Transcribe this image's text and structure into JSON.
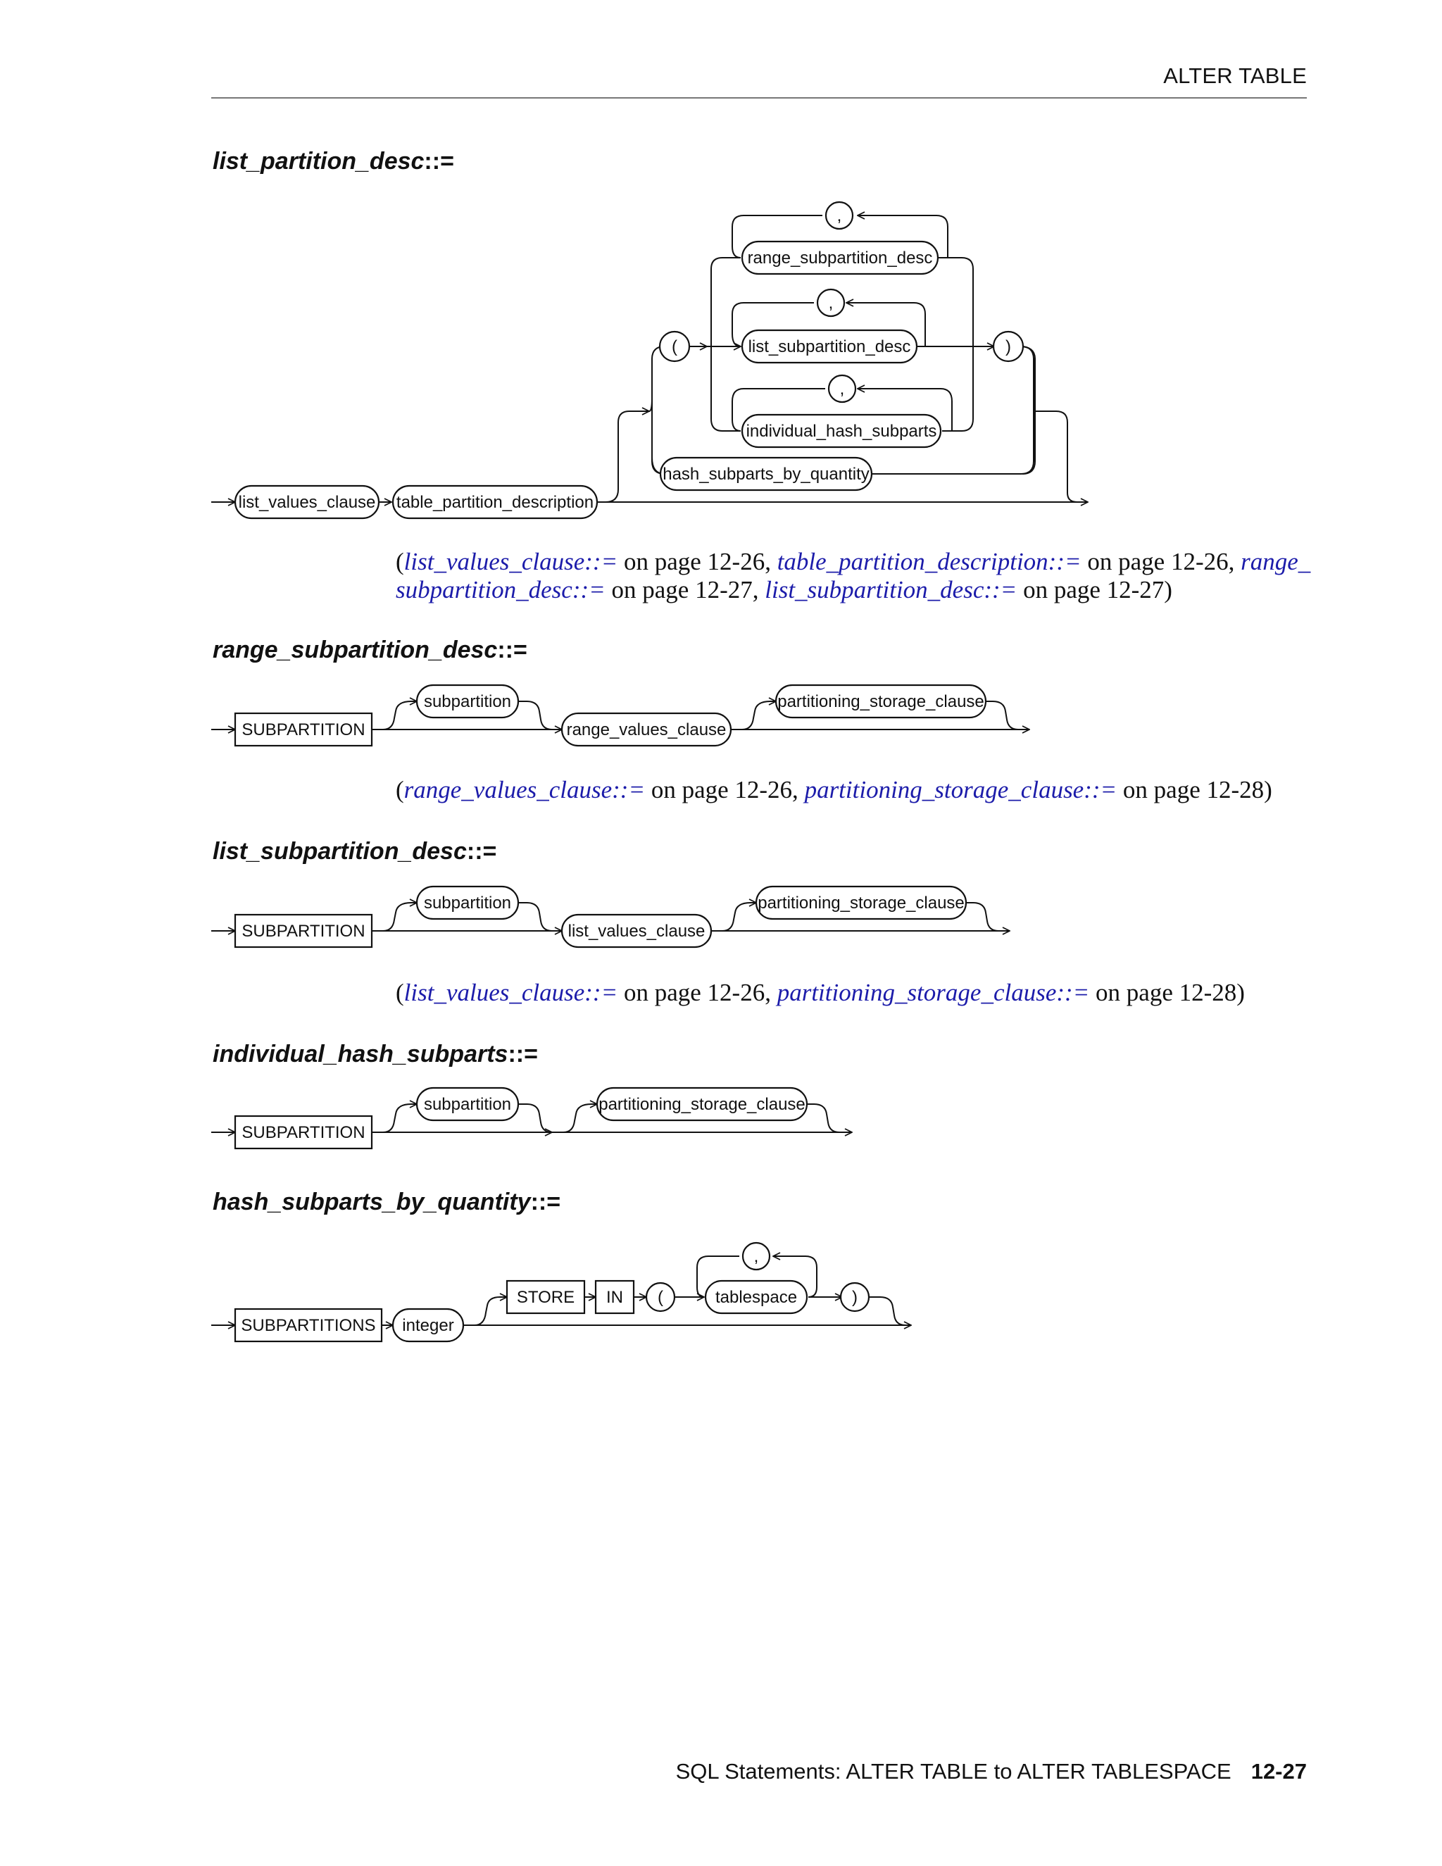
{
  "header": {
    "title": "ALTER TABLE"
  },
  "sections": {
    "list_partition_desc": {
      "name": "list_partition_desc",
      "op": "::="
    },
    "range_subpartition_desc": {
      "name": "range_subpartition_desc",
      "op": "::="
    },
    "list_subpartition_desc": {
      "name": "list_subpartition_desc",
      "op": "::="
    },
    "individual_hash_subparts": {
      "name": "individual_hash_subparts",
      "op": "::="
    },
    "hash_subparts_by_quantity": {
      "name": "hash_subparts_by_quantity",
      "op": "::="
    }
  },
  "diagram1": {
    "comma": ",",
    "lparen": "(",
    "rparen": ")",
    "range_subpartition_desc": "range_subpartition_desc",
    "list_subpartition_desc": "list_subpartition_desc",
    "individual_hash_subparts": "individual_hash_subparts",
    "hash_subparts_by_quantity": "hash_subparts_by_quantity",
    "list_values_clause": "list_values_clause",
    "table_partition_description": "table_partition_description"
  },
  "diagram2": {
    "subpartition_kw": "SUBPARTITION",
    "subpartition": "subpartition",
    "range_values_clause": "range_values_clause",
    "partitioning_storage_clause": "partitioning_storage_clause"
  },
  "diagram3": {
    "subpartition_kw": "SUBPARTITION",
    "subpartition": "subpartition",
    "list_values_clause": "list_values_clause",
    "partitioning_storage_clause": "partitioning_storage_clause"
  },
  "diagram4": {
    "subpartition_kw": "SUBPARTITION",
    "subpartition": "subpartition",
    "partitioning_storage_clause": "partitioning_storage_clause"
  },
  "diagram5": {
    "subpartitions_kw": "SUBPARTITIONS",
    "integer": "integer",
    "store": "STORE",
    "in": "IN",
    "lparen": "(",
    "comma": ",",
    "tablespace": "tablespace",
    "rparen": ")"
  },
  "refs": {
    "ref1": {
      "open": "(",
      "l1": "list_values_clause::=",
      "t1": " on page 12-26, ",
      "l2": "table_partition_description::=",
      "t2": " on page 12-26, ",
      "l3a": "range_",
      "l3b": "subpartition_desc::=",
      "t3": " on page 12-27, ",
      "l4": "list_subpartition_desc::=",
      "t4": " on page 12-27)"
    },
    "ref2": {
      "open": "(",
      "l1": "range_values_clause::=",
      "t1": " on page 12-26, ",
      "l2": "partitioning_storage_clause::=",
      "t2": " on page 12-28)"
    },
    "ref3": {
      "open": "(",
      "l1": "list_values_clause::=",
      "t1": " on page 12-26, ",
      "l2": "partitioning_storage_clause::=",
      "t2": " on page 12-28)"
    }
  },
  "footer": {
    "title": "SQL Statements: ALTER TABLE to ALTER TABLESPACE",
    "page": "12-27"
  }
}
